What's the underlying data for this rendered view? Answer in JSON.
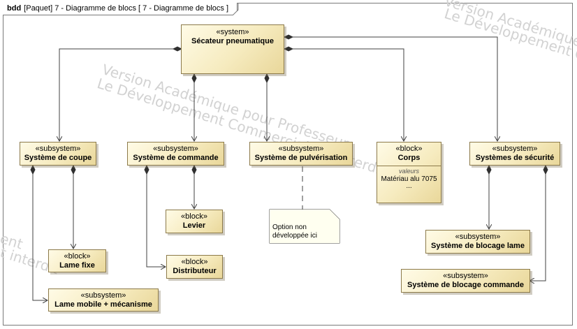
{
  "frame": {
    "kind": "bdd",
    "title": "[Paquet] 7 - Diagramme de blocs [ 7 - Diagramme de blocs ]"
  },
  "watermark": {
    "line1": "Version Académique pour Professeur",
    "line2": "Le Développement Commercial est interdit",
    "fragment_right_1": "Version Académique P",
    "fragment_right_2": "Le Développement Co",
    "fragment_left_1": "ent",
    "fragment_left_2": "t interdit"
  },
  "blocks": {
    "root": {
      "stereotype": "«system»",
      "name": "Sécateur pneumatique"
    },
    "coupe": {
      "stereotype": "«subsystem»",
      "name": "Système de coupe"
    },
    "commande": {
      "stereotype": "«subsystem»",
      "name": "Système de commande"
    },
    "pulverisation": {
      "stereotype": "«subsystem»",
      "name": "Système de pulvérisation"
    },
    "corps": {
      "stereotype": "«block»",
      "name": "Corps",
      "compartment_title": "valeurs",
      "value": "Matériau alu 7075",
      "more": "..."
    },
    "securite": {
      "stereotype": "«subsystem»",
      "name": "Systèmes de sécurité"
    },
    "lame_fixe": {
      "stereotype": "«block»",
      "name": "Lame fixe"
    },
    "lame_mobile": {
      "stereotype": "«subsystem»",
      "name": "Lame mobile + mécanisme"
    },
    "levier": {
      "stereotype": "«block»",
      "name": "Levier"
    },
    "distributeur": {
      "stereotype": "«block»",
      "name": "Distributeur"
    },
    "blocage_lame": {
      "stereotype": "«subsystem»",
      "name": "Système de blocage lame"
    },
    "blocage_commande": {
      "stereotype": "«subsystem»",
      "name": "Système de blocage commande"
    }
  },
  "note": {
    "line1": "Option non",
    "line2": "développée ici"
  },
  "colors": {
    "block_fill": "#f6ebbf",
    "block_border": "#8c7a4a",
    "line": "#404040",
    "note_fill": "#fffff0"
  }
}
